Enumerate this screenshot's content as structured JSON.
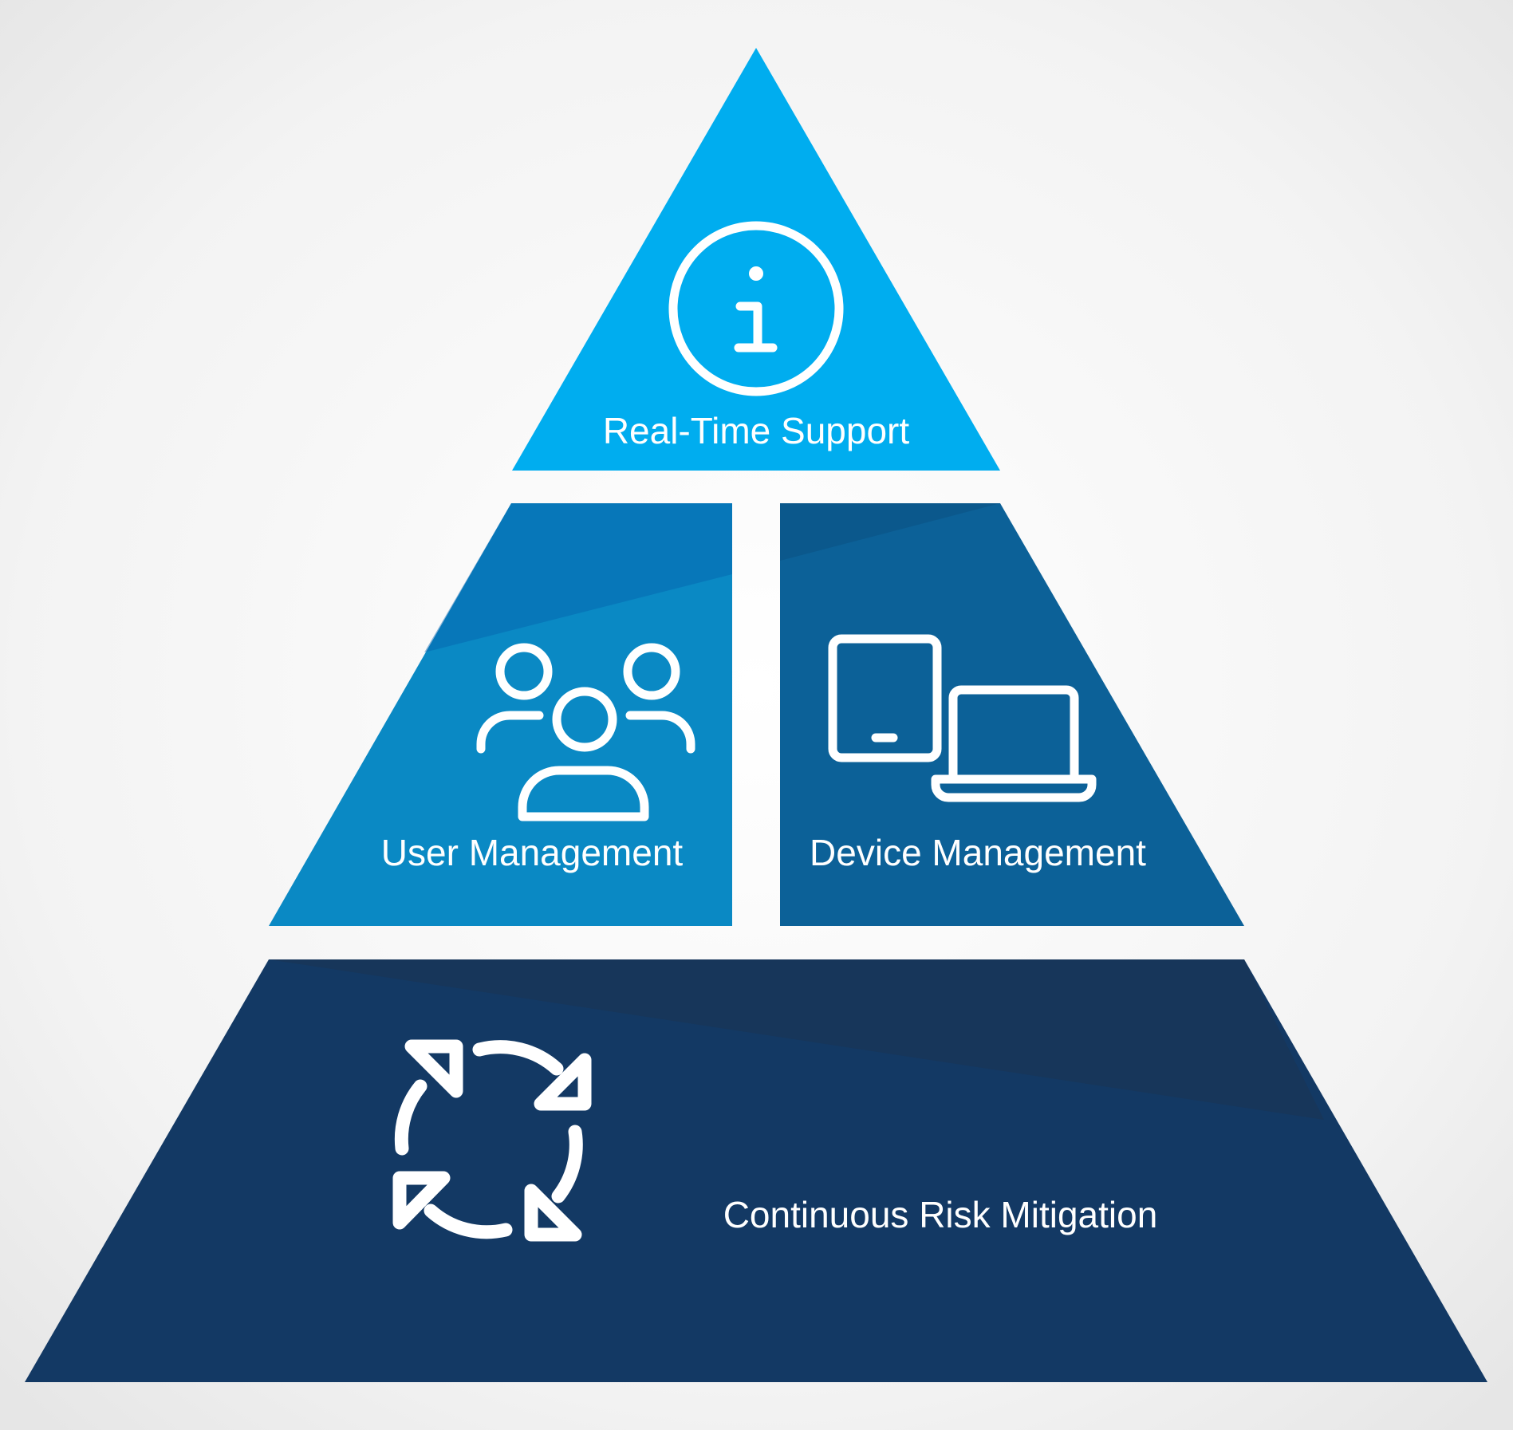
{
  "tiers": {
    "top": {
      "label": "Real-Time Support",
      "icon": "info-icon",
      "color": "#00adef"
    },
    "middle_left": {
      "label": "User Management",
      "icon": "users-group-icon",
      "color": "#0a89c4"
    },
    "middle_right": {
      "label": "Device Management",
      "icon": "devices-icon",
      "color": "#0c6198"
    },
    "bottom": {
      "label": "Continuous Risk Mitigation",
      "icon": "refresh-cycle-icon",
      "color": "#133964"
    }
  }
}
